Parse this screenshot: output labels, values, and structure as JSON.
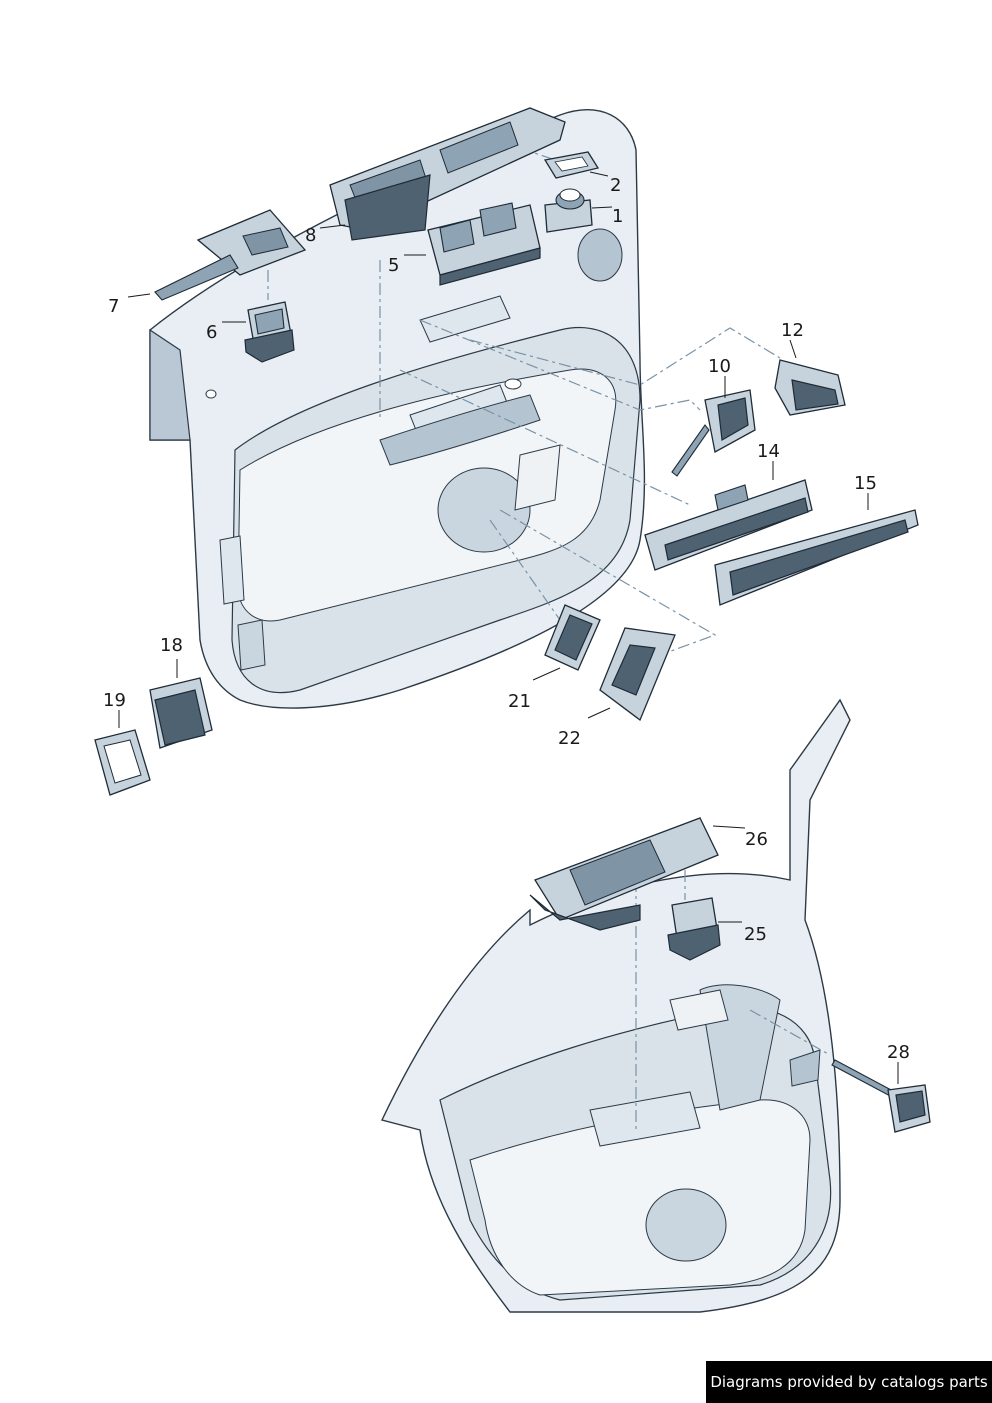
{
  "callouts": {
    "c1": "1",
    "c2": "2",
    "c5": "5",
    "c6": "6",
    "c7": "7",
    "c8": "8",
    "c10": "10",
    "c12": "12",
    "c14": "14",
    "c15": "15",
    "c18": "18",
    "c19": "19",
    "c21": "21",
    "c22": "22",
    "c25": "25",
    "c26": "26",
    "c28": "28"
  },
  "footer": {
    "credit": "Diagrams provided by catalogs parts"
  },
  "colors": {
    "panel": "#e8eef3",
    "part": "#c6d3dd",
    "part_dark": "#4e6272",
    "outline": "#1f2b36",
    "dash": "#7a93a6"
  }
}
